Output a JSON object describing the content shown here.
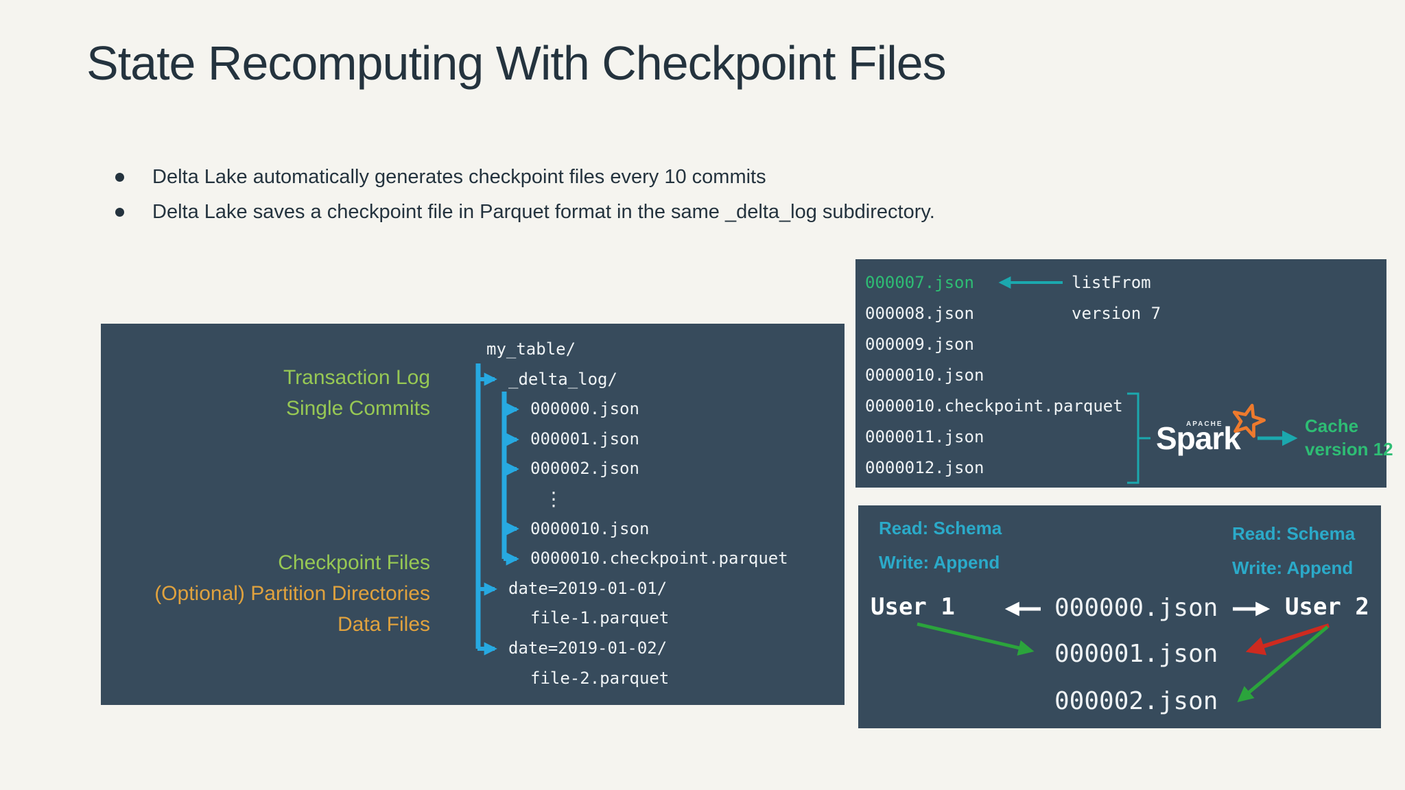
{
  "slide": {
    "title": "State Recomputing With Checkpoint Files",
    "bullets": [
      "Delta Lake automatically generates checkpoint files every 10 commits",
      "Delta Lake saves a checkpoint file in Parquet format in the same _delta_log subdirectory."
    ]
  },
  "colors": {
    "page_background": "#f5f4ef",
    "panel_background": "#374b5c",
    "title_text": "#24333e",
    "tree_line_blue": "#27a9e1",
    "label_green": "#97c854",
    "label_orange": "#e0a23e",
    "file_text_white": "#eff3f5",
    "highlight_green": "#2ebd74",
    "teal_accent": "#1ba8ae",
    "cyan_label": "#2baac9",
    "arrow_green": "#2ba43c",
    "arrow_red": "#ce2a1f",
    "spark_star_orange": "#ee7a2d"
  },
  "tree_panel": {
    "labels_top": [
      {
        "text": "Transaction Log"
      },
      {
        "text": "Single Commits"
      }
    ],
    "labels_bottom": [
      {
        "text": "Checkpoint Files"
      },
      {
        "text": "(Optional) Partition Directories"
      },
      {
        "text": "Data Files"
      }
    ],
    "rows": [
      {
        "text": "my_table/"
      },
      {
        "text": "_delta_log/"
      },
      {
        "text": "000000.json"
      },
      {
        "text": "000001.json"
      },
      {
        "text": "000002.json"
      },
      {
        "text": "⋮"
      },
      {
        "text": "0000010.json"
      },
      {
        "text": "0000010.checkpoint.parquet"
      },
      {
        "text": "date=2019-01-01/"
      },
      {
        "text": "file-1.parquet"
      },
      {
        "text": "date=2019-01-02/"
      },
      {
        "text": "file-2.parquet"
      }
    ]
  },
  "listfrom_panel": {
    "files": [
      {
        "name": "000007.json"
      },
      {
        "name": "000008.json"
      },
      {
        "name": "000009.json"
      },
      {
        "name": "0000010.json"
      },
      {
        "name": "0000010.checkpoint.parquet"
      },
      {
        "name": "0000011.json"
      },
      {
        "name": "0000012.json"
      }
    ],
    "annotation_line1": "listFrom",
    "annotation_line2": "version 7",
    "spark_apache": "APACHE",
    "spark_word": "Spark",
    "cache_line1": "Cache",
    "cache_line2": "version 12"
  },
  "users_panel": {
    "left_read": "Read: Schema",
    "left_write": "Write: Append",
    "right_read": "Read: Schema",
    "right_write": "Write: Append",
    "user1": "User 1",
    "user2": "User 2",
    "files": [
      {
        "name": "000000.json"
      },
      {
        "name": "000001.json"
      },
      {
        "name": "000002.json"
      }
    ]
  }
}
